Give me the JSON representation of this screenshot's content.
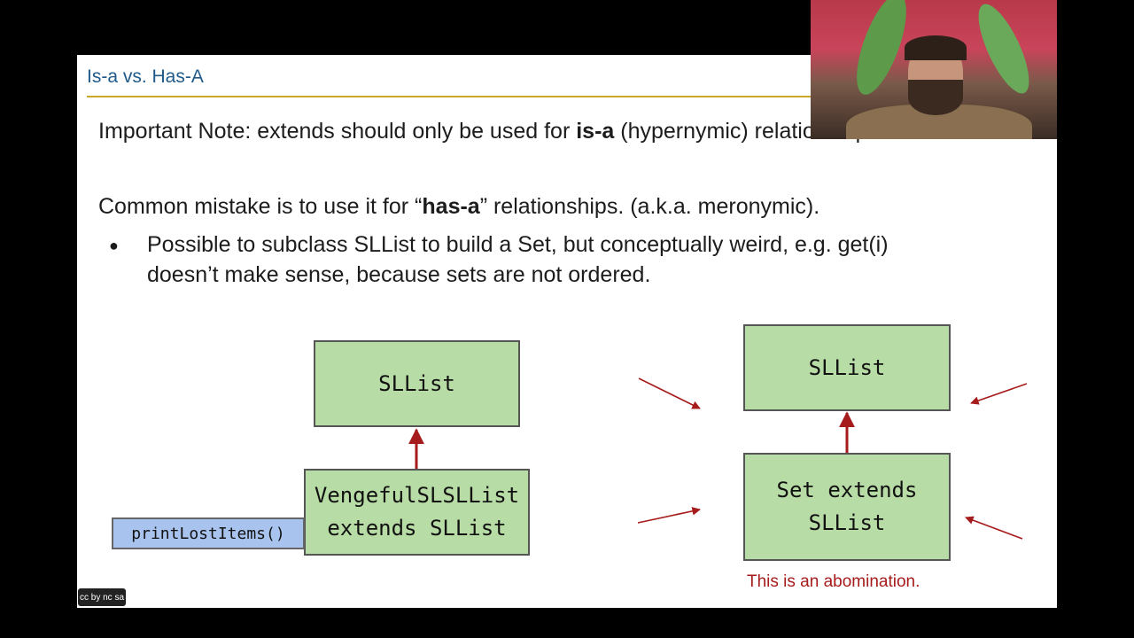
{
  "slide": {
    "title": "Is-a vs. Has-A",
    "note_prefix": "Important Note: extends should only be used for ",
    "note_bold": "is-a",
    "note_suffix": " (hypernymic) relationships.",
    "mistake_prefix": "Common mistake is to use it for “",
    "mistake_bold": "has-a",
    "mistake_suffix": "” relationships. (a.k.a. meronymic).",
    "bullet_line1": "Possible to subclass SLList to build a Set, but conceptually weird, e.g. get(i)",
    "bullet_line2": "doesn’t make sense, because sets are not ordered.",
    "bullet_glyph": "●"
  },
  "diagram_left": {
    "parent": "SLList",
    "child_line1": "VengefulSLSLList",
    "child_line2": "extends SLList",
    "method": "printLostItems()"
  },
  "diagram_right": {
    "parent": "SLList",
    "child_line1": "Set extends",
    "child_line2": "SLList",
    "caption": "This is an abomination."
  },
  "license": "cc by nc sa",
  "colors": {
    "title": "#1f5a8a",
    "rule": "#c9a829",
    "box": "#b8dca6",
    "method": "#a8c4ee",
    "arrow": "#a61b1b"
  }
}
